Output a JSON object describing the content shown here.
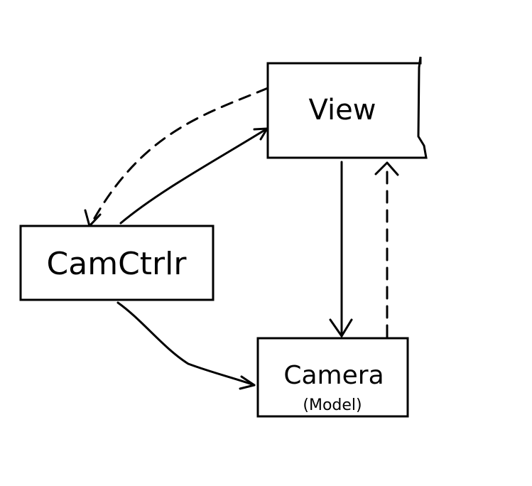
{
  "diagram": {
    "nodes": {
      "view": {
        "label": "View"
      },
      "camctrlr": {
        "label": "CamCtrlr"
      },
      "camera": {
        "label": "Camera",
        "sublabel": "(Model)"
      }
    },
    "edges": [
      {
        "from": "camctrlr",
        "to": "view",
        "style": "solid"
      },
      {
        "from": "view",
        "to": "camctrlr",
        "style": "dashed"
      },
      {
        "from": "view",
        "to": "camera",
        "style": "solid"
      },
      {
        "from": "camera",
        "to": "view",
        "style": "dashed"
      },
      {
        "from": "camctrlr",
        "to": "camera",
        "style": "solid"
      }
    ],
    "colors": {
      "stroke": "#000000",
      "background": "#ffffff"
    }
  }
}
